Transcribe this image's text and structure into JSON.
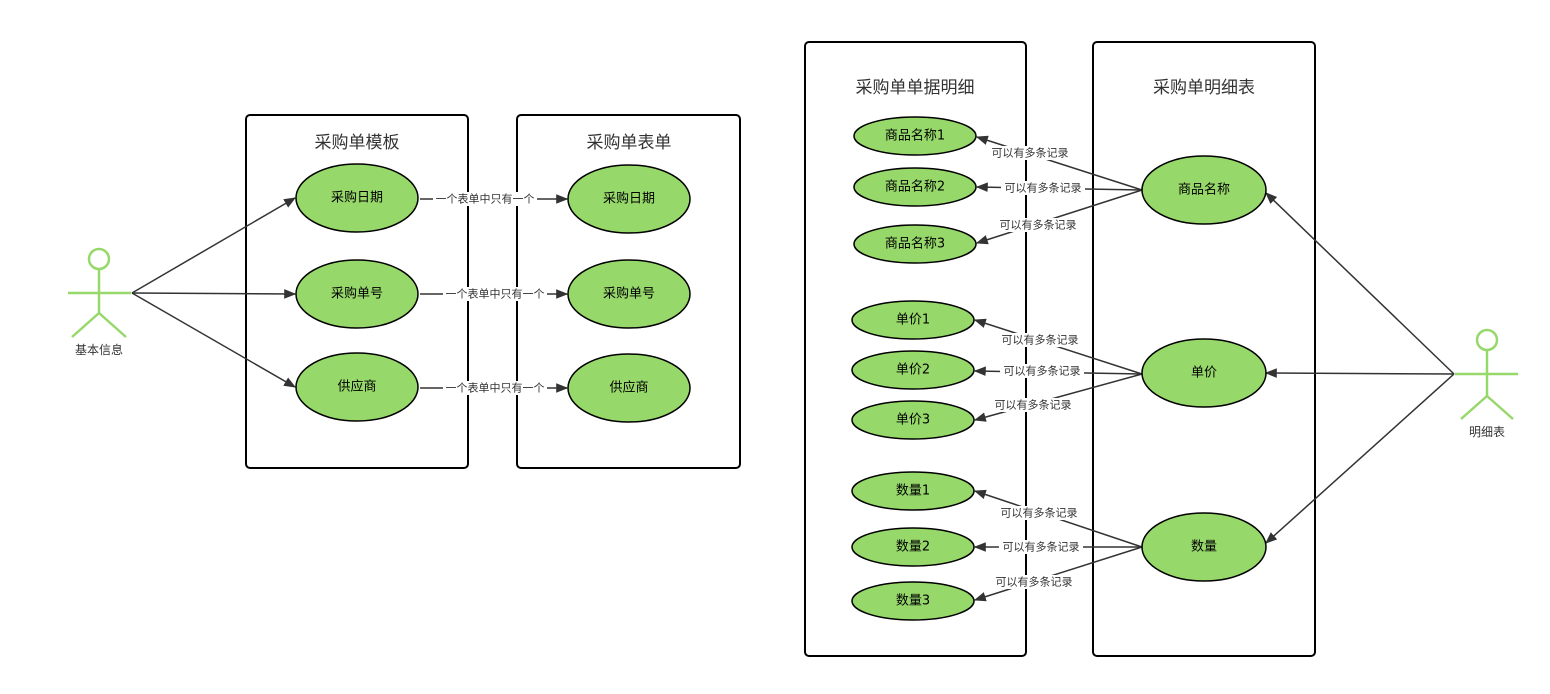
{
  "colors": {
    "ellipse_fill": "#97d86a",
    "actor": "#97d86a",
    "line": "#333333"
  },
  "actors": {
    "basic_info": "基本信息",
    "detail_table": "明细表"
  },
  "containers": {
    "template": "采购单模板",
    "form": "采购单表单",
    "detail_records": "采购单单据明细",
    "detail_table": "采购单明细表"
  },
  "template_fields": {
    "date": "采购日期",
    "number": "采购单号",
    "supplier": "供应商"
  },
  "form_fields": {
    "date": "采购日期",
    "number": "采购单号",
    "supplier": "供应商"
  },
  "detail_records": {
    "name1": "商品名称1",
    "name2": "商品名称2",
    "name3": "商品名称3",
    "price1": "单价1",
    "price2": "单价2",
    "price3": "单价3",
    "qty1": "数量1",
    "qty2": "数量2",
    "qty3": "数量3"
  },
  "detail_fields": {
    "name": "商品名称",
    "price": "单价",
    "qty": "数量"
  },
  "edge_labels": {
    "one_only": "一个表单中只有一个",
    "multi": "可以有多条记录"
  }
}
